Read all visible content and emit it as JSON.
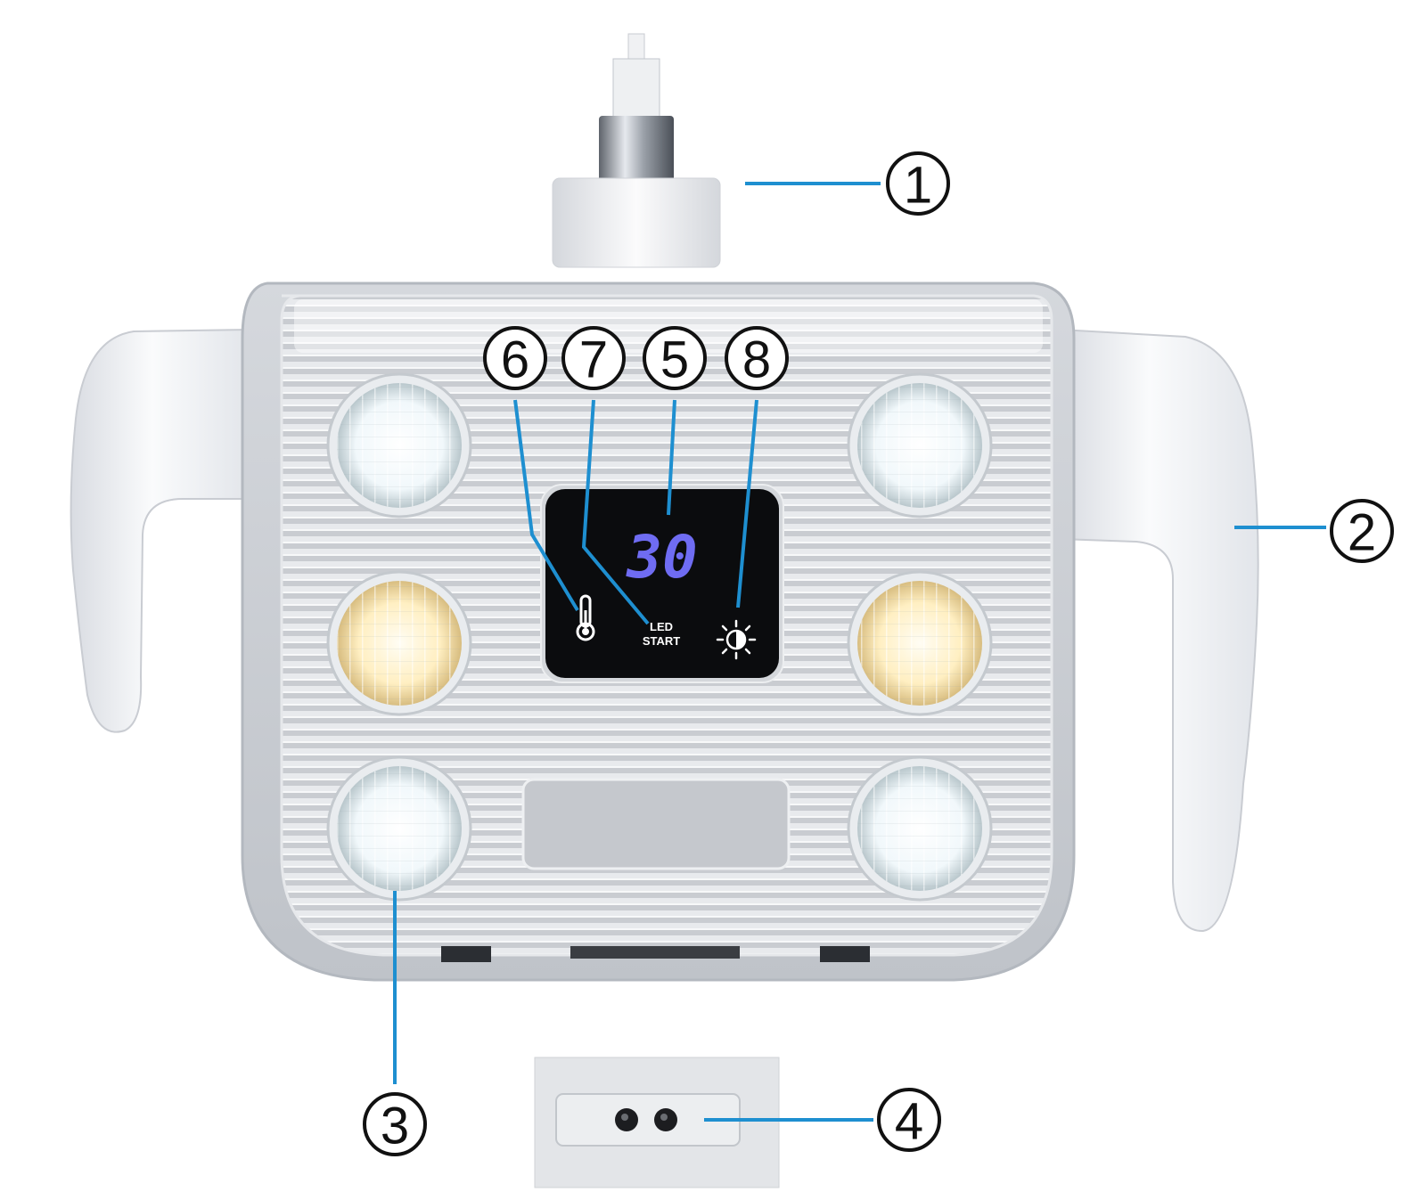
{
  "callouts": [
    {
      "id": "1",
      "label": "1"
    },
    {
      "id": "2",
      "label": "2"
    },
    {
      "id": "3",
      "label": "3"
    },
    {
      "id": "4",
      "label": "4"
    },
    {
      "id": "5",
      "label": "5"
    },
    {
      "id": "6",
      "label": "6"
    },
    {
      "id": "7",
      "label": "7"
    },
    {
      "id": "8",
      "label": "8"
    }
  ],
  "display": {
    "value": "30",
    "led_label_line1": "LED",
    "led_label_line2": "START"
  },
  "icons": {
    "temperature": "thermometer-icon",
    "brightness": "brightness-icon"
  },
  "colors": {
    "leader_line": "#1e8fd0",
    "cool_led": "#f4fbff",
    "warm_led": "#fff1c8",
    "display_digits": "#6f6cf2",
    "housing": "#e4e6ea"
  }
}
